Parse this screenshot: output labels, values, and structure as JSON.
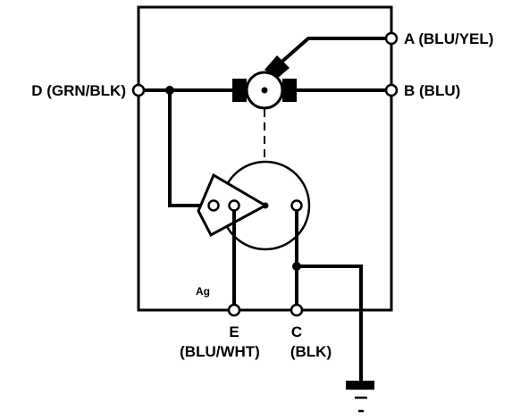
{
  "terminals": {
    "a": "A (BLU/YEL)",
    "b": "B (BLU)",
    "d": "D (GRN/BLK)",
    "e": "E",
    "e_color": "(BLU/WHT)",
    "c": "C",
    "c_color": "(BLK)",
    "ag": "Ag"
  }
}
